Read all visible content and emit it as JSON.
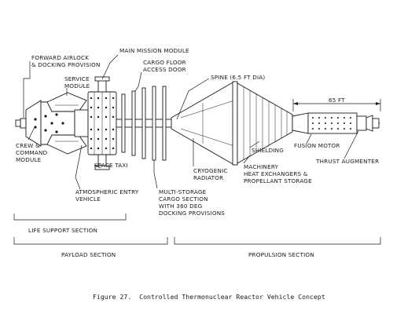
{
  "labels": {
    "forward_airlock_1": "FORWARD AIRLOCK",
    "forward_airlock_2": "& DOCKING PROVISION",
    "service_module_1": "SERVICE",
    "service_module_2": "MODULE",
    "main_mission_module": "MAIN MISSION MODULE",
    "cargo_floor_1": "CARGO FLOOR",
    "cargo_floor_2": "ACCESS DOOR",
    "spine": "SPINE (6.5 FT DIA)",
    "dimension_65ft": "65 FT",
    "crew_command_1": "CREW &",
    "crew_command_2": "COMMAND",
    "crew_command_3": "MODULE",
    "space_taxi": "SPACE TAXI",
    "atmospheric_entry_1": "ATMOSPHERIC ENTRY",
    "atmospheric_entry_2": "VEHICLE",
    "multi_storage_1": "MULTI-STORAGE",
    "multi_storage_2": "CARGO SECTION",
    "multi_storage_3": "WITH 360 DEG",
    "multi_storage_4": "DOCKING PROVISIONS",
    "cryogenic_1": "CRYOGENIC",
    "cryogenic_2": "RADIATOR",
    "shielding": "SHIELDING",
    "fusion_motor": "FUSION MOTOR",
    "machinery_1": "MACHINERY",
    "machinery_2": "HEAT EXCHANGERS &",
    "machinery_3": "PROPELLANT STORAGE",
    "thrust_augmenter": "THRUST AUGMENTER"
  },
  "sections": {
    "life_support": "LIFE SUPPORT SECTION",
    "payload": "PAYLOAD SECTION",
    "propulsion": "PROPULSION SECTION"
  },
  "caption": "Figure 27.  Controlled Thermonuclear Reactor Vehicle Concept"
}
